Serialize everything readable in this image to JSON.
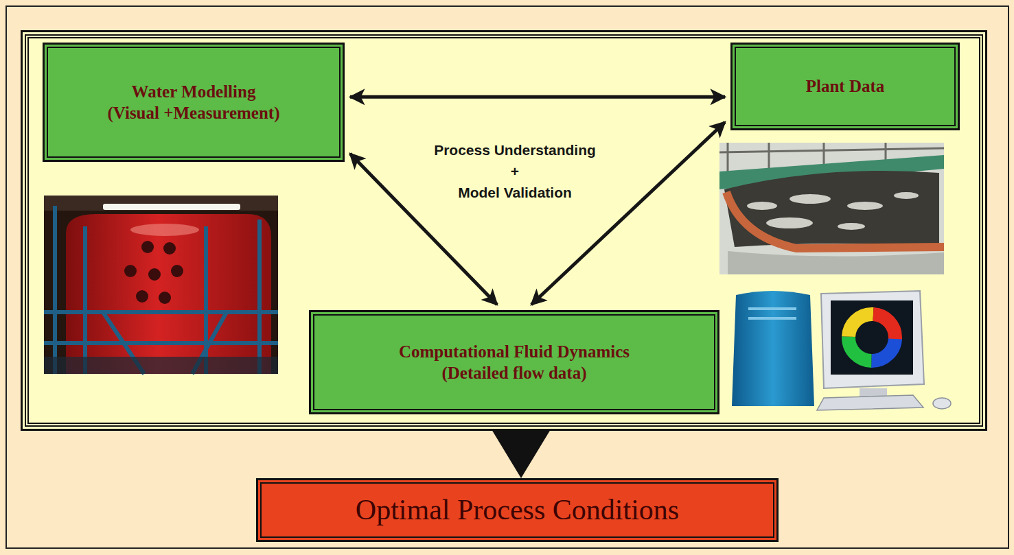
{
  "diagram": {
    "nodes": [
      {
        "text": [
          "Water Modelling",
          "(Visual +Measurement)"
        ]
      },
      {
        "text": [
          "Plant Data"
        ]
      },
      {
        "text": [
          "Computational Fluid Dynamics",
          "(Detailed flow data)"
        ]
      },
      {
        "text": [
          "Optimal Process Conditions"
        ]
      }
    ],
    "edges": [
      {
        "from": 0,
        "to": 1,
        "arrow": "both"
      },
      {
        "from": 0,
        "to": 2,
        "arrow": "both"
      },
      {
        "from": 1,
        "to": 2,
        "arrow": "both"
      }
    ],
    "labels": [
      "Process Understanding",
      "+",
      "Model Validation"
    ]
  }
}
